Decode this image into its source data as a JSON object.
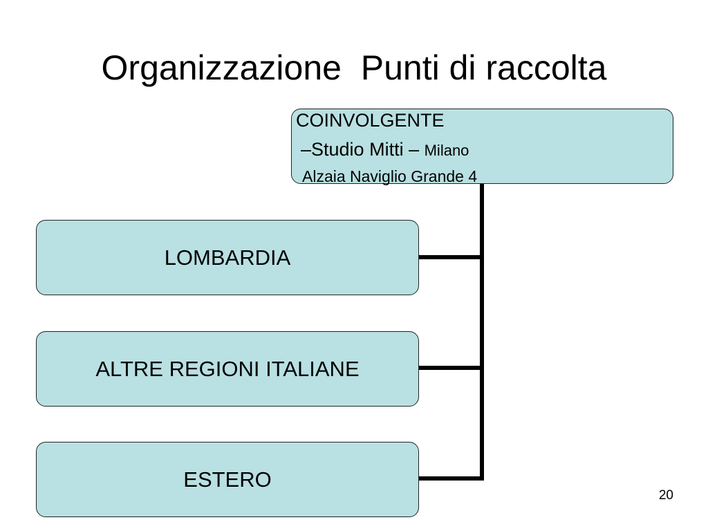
{
  "slide": {
    "title": "Organizzazione  Punti di raccolta",
    "page_number": "20"
  },
  "org_chart": {
    "root": {
      "line1": "COINVOLGENTE",
      "line2_main": "–Studio Mitti –",
      "line2_small": "Milano",
      "line3": "Alzaia Naviglio Grande 4"
    },
    "children": [
      {
        "label": "LOMBARDIA"
      },
      {
        "label": "ALTRE REGIONI ITALIANE"
      },
      {
        "label": "ESTERO"
      }
    ]
  },
  "colors": {
    "box_fill": "#b9e0e2",
    "box_border": "#222222",
    "connector": "#000000",
    "background": "#ffffff"
  }
}
